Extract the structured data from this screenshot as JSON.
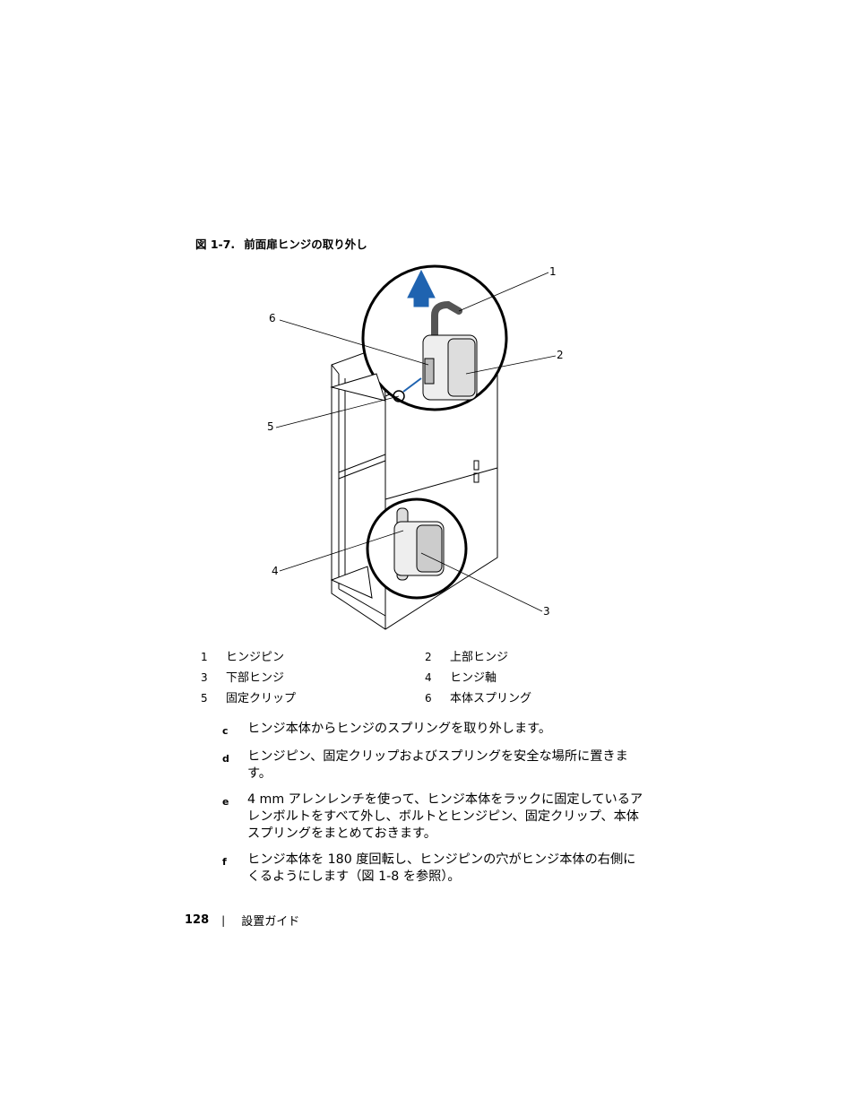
{
  "figure": {
    "label": "図 1-7.",
    "title": "前面扉ヒンジの取り外し",
    "callouts": [
      "1",
      "2",
      "3",
      "4",
      "5",
      "6"
    ]
  },
  "legend": [
    {
      "num": "1",
      "label": "ヒンジピン"
    },
    {
      "num": "2",
      "label": "上部ヒンジ"
    },
    {
      "num": "3",
      "label": "下部ヒンジ"
    },
    {
      "num": "4",
      "label": "ヒンジ軸"
    },
    {
      "num": "5",
      "label": "固定クリップ"
    },
    {
      "num": "6",
      "label": "本体スプリング"
    }
  ],
  "steps": [
    {
      "letter": "c",
      "text": "ヒンジ本体からヒンジのスプリングを取り外します。"
    },
    {
      "letter": "d",
      "text": "ヒンジピン、固定クリップおよびスプリングを安全な場所に置きます。"
    },
    {
      "letter": "e",
      "text": "4 mm アレンレンチを使って、ヒンジ本体をラックに固定しているアレンボルトをすべて外し、ボルトとヒンジピン、固定クリップ、本体スプリングをまとめておきます。"
    },
    {
      "letter": "f",
      "text": "ヒンジ本体を 180 度回転し、ヒンジピンの穴がヒンジ本体の右側にくるようにします（図 1-8 を参照）。"
    }
  ],
  "footer": {
    "page_number": "128",
    "separator": "|",
    "section": "設置ガイド"
  }
}
